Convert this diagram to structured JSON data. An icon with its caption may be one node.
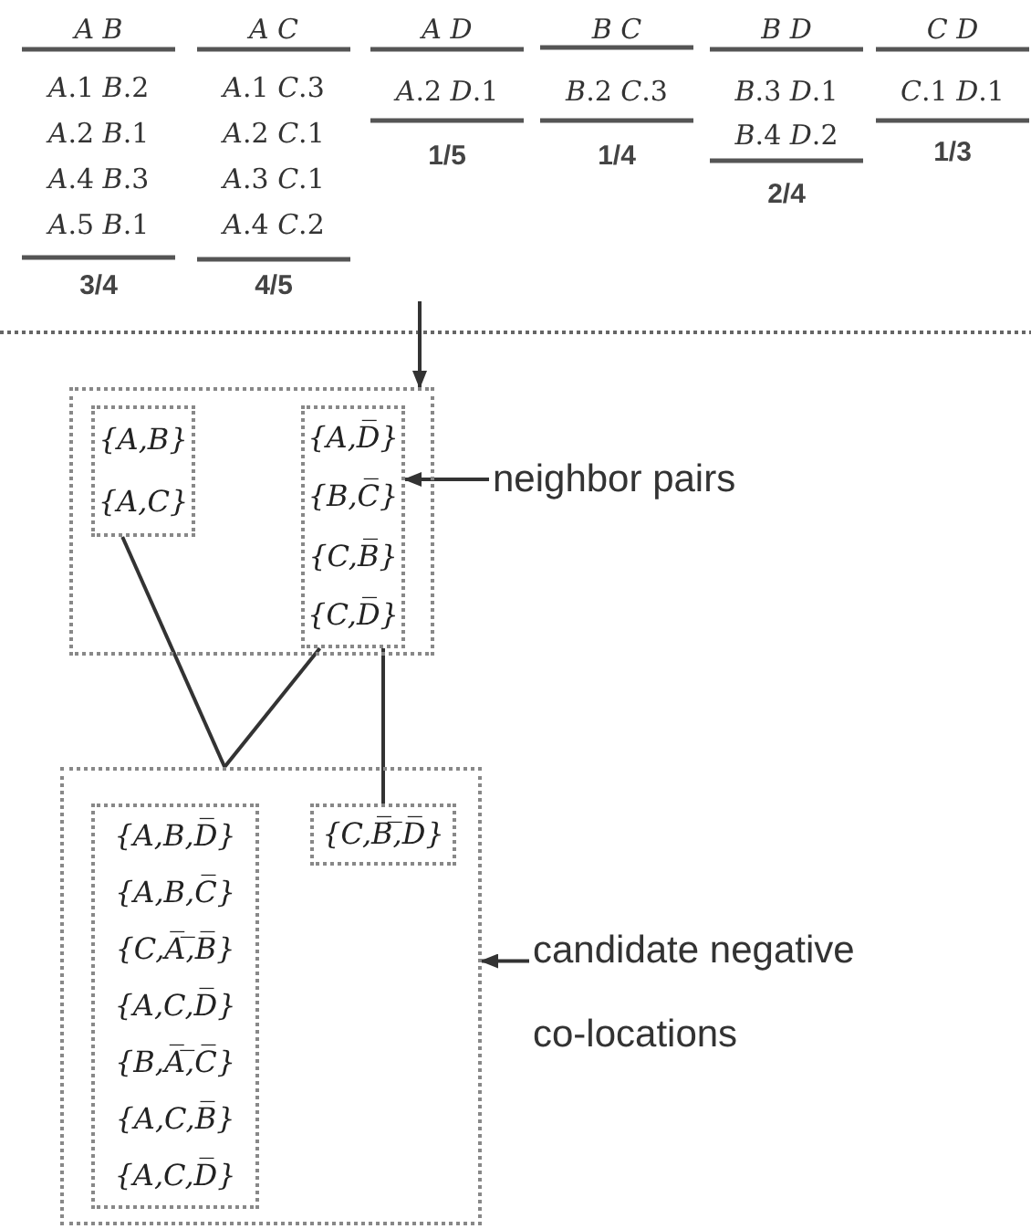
{
  "diagram": {
    "nodes": [
      {
        "text": [],
        "shape": "box"
      },
      {
        "text": [
          "{A,B}",
          "{A,C}"
        ],
        "in": 0
      },
      {
        "text": [
          "{A,D̅}",
          "{B,C̅}",
          "{C,B̅}",
          "{C,D̅}"
        ],
        "in": 0
      },
      {
        "text": [
          "neighbor pairs"
        ]
      },
      {
        "text": [],
        "shape": "box"
      },
      {
        "text": [
          "{A,B,D̅}",
          "{A,B,C̅}",
          "{C,A̅,̅B̅}",
          "{A,C,D̅}",
          "{B,A̅,̅C̅}",
          "{A,C,B̅}",
          "{A,C,D̅}"
        ],
        "in": 4
      },
      {
        "text": [
          "{C,B̅,̅D̅}"
        ],
        "in": 4
      },
      {
        "text": [
          "candidate negative co-locations"
        ]
      }
    ],
    "edges": [
      {
        "from": null,
        "to": 0,
        "arrow": "to"
      },
      {
        "from": 3,
        "to": 2,
        "arrow": "to"
      },
      {
        "from": 7,
        "to": 4,
        "arrow": "to"
      },
      {
        "from": 1,
        "to": 4,
        "arrow": "none"
      },
      {
        "from": 2,
        "to": 4,
        "arrow": "none"
      },
      {
        "from": 2,
        "to": 6,
        "arrow": "none"
      }
    ],
    "labels": [
      "A B",
      "*A*.1 *B*.2",
      "*A*.2 *B*.1",
      "*A*.4 *B*.3",
      "*A*.5 *B*.1",
      "3/4",
      "A C",
      "*A*.1 *C*.3",
      "*A*.2 *C*.1",
      "*A*.3 *C*.1",
      "*A*.4 *C*.2",
      "4/5",
      "A D",
      "*A*.2 *D*.1",
      "1/5",
      "B C",
      "*B*.2 *C*.3",
      "1/4",
      "B D",
      "*B*.3 *D*.1",
      "*B*.4 *D*.2",
      "2/4",
      "C D",
      "*C*.1 *D*.1",
      "1/3"
    ]
  }
}
